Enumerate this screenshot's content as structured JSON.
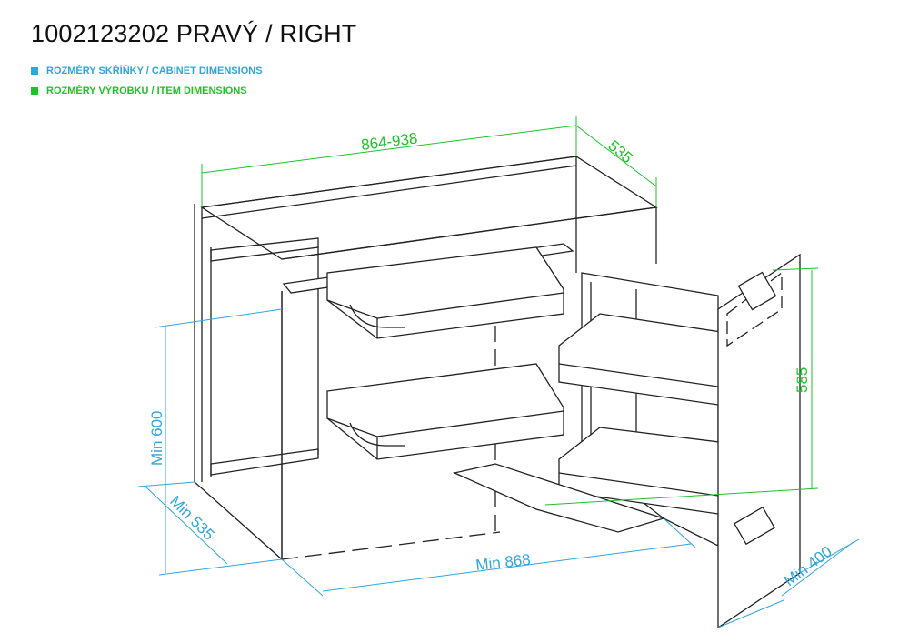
{
  "title": "1002123202 PRAVÝ / RIGHT",
  "legend": [
    {
      "label": "ROZMĚRY SKŘÍŇKY / CABINET DIMENSIONS",
      "color": "#2ea6df"
    },
    {
      "label": "ROZMĚRY VÝROBKU / ITEM DIMENSIONS",
      "color": "#1fc22a"
    }
  ],
  "dimensions": {
    "item_width": "864-938",
    "item_depth": "535",
    "item_height": "585",
    "cabinet_height": "Min 600",
    "cabinet_depth": "Min 535",
    "cabinet_width": "Min 868",
    "door_width": "Min 400"
  },
  "colors": {
    "cabinet": "#2ea6df",
    "item": "#1fc22a",
    "line": "#222222"
  }
}
